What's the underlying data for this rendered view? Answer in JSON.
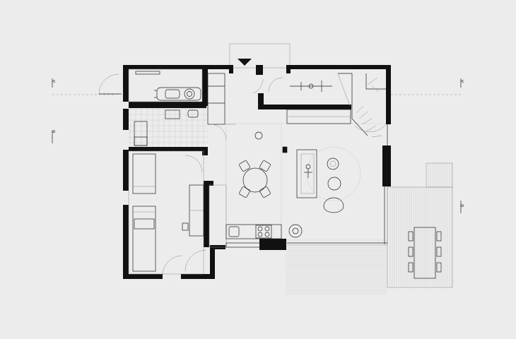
{
  "section_markers": {
    "a_left": "A",
    "a_right": "A",
    "b_left": "B",
    "b_right": "B"
  },
  "icons": {
    "entrance": "entrance-arrow-icon",
    "bicycle": "bicycle-icon",
    "car": "car-icon",
    "stair": "staircase-icon"
  }
}
